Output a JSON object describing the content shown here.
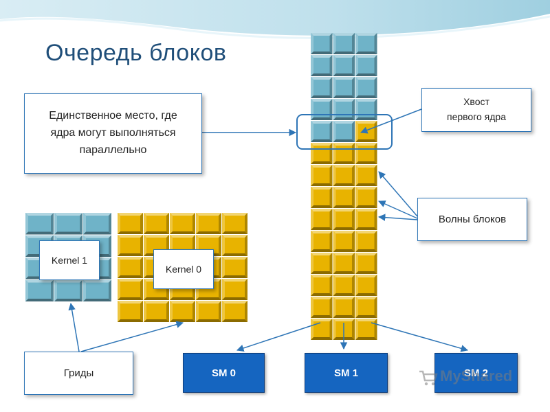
{
  "title": "Очередь блоков",
  "callouts": {
    "parallel": [
      "Единственное место, где",
      "ядра могут выполняться",
      "параллельно"
    ],
    "tail": [
      "Хвост",
      "первого ядра"
    ],
    "waves": "Волны блоков",
    "grids": "Гриды",
    "kernel1": "Kernel 1",
    "kernel0": "Kernel 0"
  },
  "sms": [
    "SM 0",
    "SM 1",
    "SM 2"
  ],
  "queue": {
    "columns": 3,
    "blue_rows": 5,
    "yellow_rows": 9,
    "tail_column_extra_yellow": 1
  },
  "grids": {
    "kernel1": {
      "columns": 3,
      "rows": 4
    },
    "kernel0": {
      "columns": 5,
      "rows": 5
    }
  },
  "colors": {
    "blue_block": "#6fb3c8",
    "yellow_block": "#e8b300",
    "sm_box": "#1565c0",
    "title": "#1f4e79",
    "arrow": "#2e75b6"
  },
  "watermark": "MyShared"
}
